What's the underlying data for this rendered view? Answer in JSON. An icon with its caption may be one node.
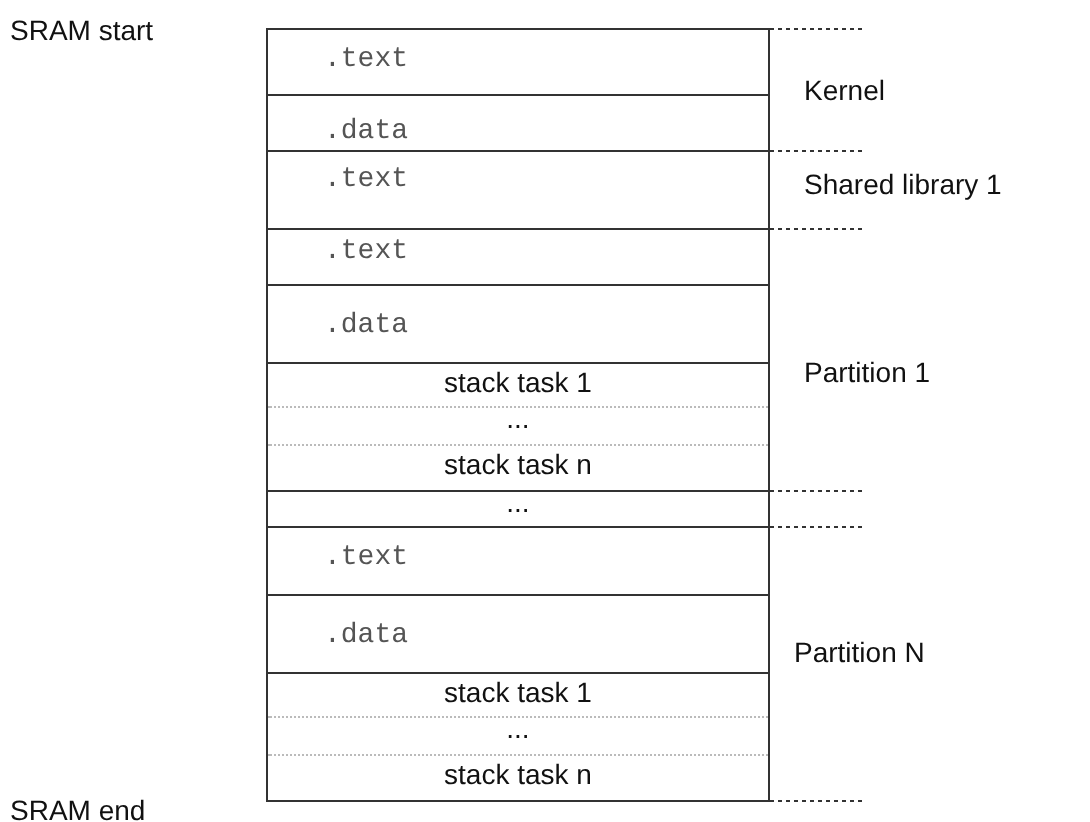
{
  "diagram": {
    "nodes": [
      {
        "text": [
          ".text"
        ]
      },
      {
        "text": [
          ".data"
        ]
      },
      {
        "text": [
          ".text"
        ]
      },
      {
        "text": [
          ".text"
        ]
      },
      {
        "text": [
          ".data"
        ]
      },
      {
        "text": [
          "stack task 1",
          "...",
          "stack task n"
        ]
      },
      {
        "text": [
          "..."
        ]
      },
      {
        "text": [
          ".text"
        ]
      },
      {
        "text": [
          ".data"
        ]
      },
      {
        "text": [
          "stack task 1",
          "...",
          "stack task n"
        ]
      }
    ],
    "edges": [],
    "labels": [
      "SRAM start",
      "Kernel",
      "Shared library 1",
      "Partition 1",
      "Partition N",
      "SRAM end"
    ]
  }
}
